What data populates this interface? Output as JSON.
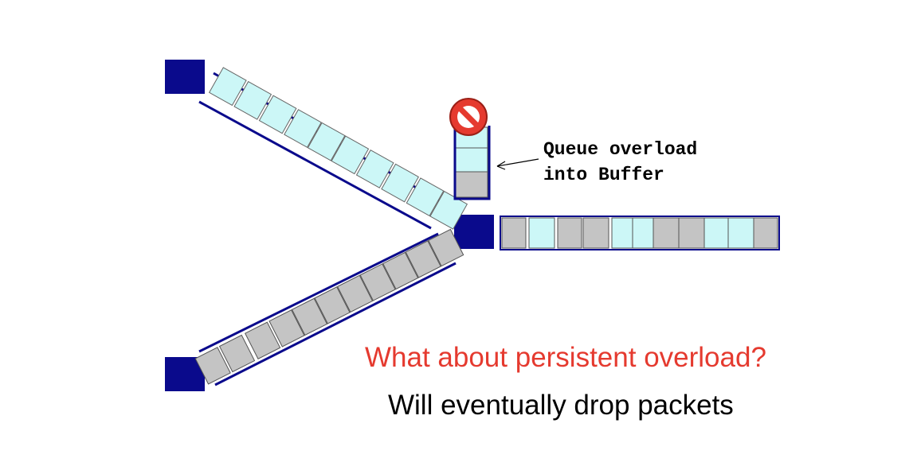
{
  "annotation": {
    "line1": "Queue overload",
    "line2": "into Buffer"
  },
  "question": "What about persistent overload?",
  "answer": "Will eventually drop packets",
  "colors": {
    "node": "#0a0a8c",
    "packet_light": "#ccf7f7",
    "packet_gray": "#c4c4c4",
    "question_text": "#e53a2f",
    "drop_sign": "#e53a2f"
  },
  "icons": [
    "no-entry-icon",
    "arrow-icon"
  ],
  "links": [
    {
      "name": "upper-input-link",
      "packets": [
        "light",
        "light",
        "light",
        "light",
        "light",
        "light",
        "light",
        "light",
        "light",
        "light"
      ]
    },
    {
      "name": "lower-input-link",
      "packets": [
        "gray",
        "gray",
        "gray",
        "gray",
        "gray",
        "gray",
        "gray",
        "gray",
        "gray",
        "gray",
        "gray"
      ]
    },
    {
      "name": "output-link",
      "packets": [
        "gray",
        "light",
        "gray",
        "gray",
        "light",
        "light",
        "gray",
        "gray",
        "light",
        "light",
        "gray"
      ]
    },
    {
      "name": "buffer",
      "packets": [
        "light",
        "light",
        "gray"
      ]
    }
  ]
}
